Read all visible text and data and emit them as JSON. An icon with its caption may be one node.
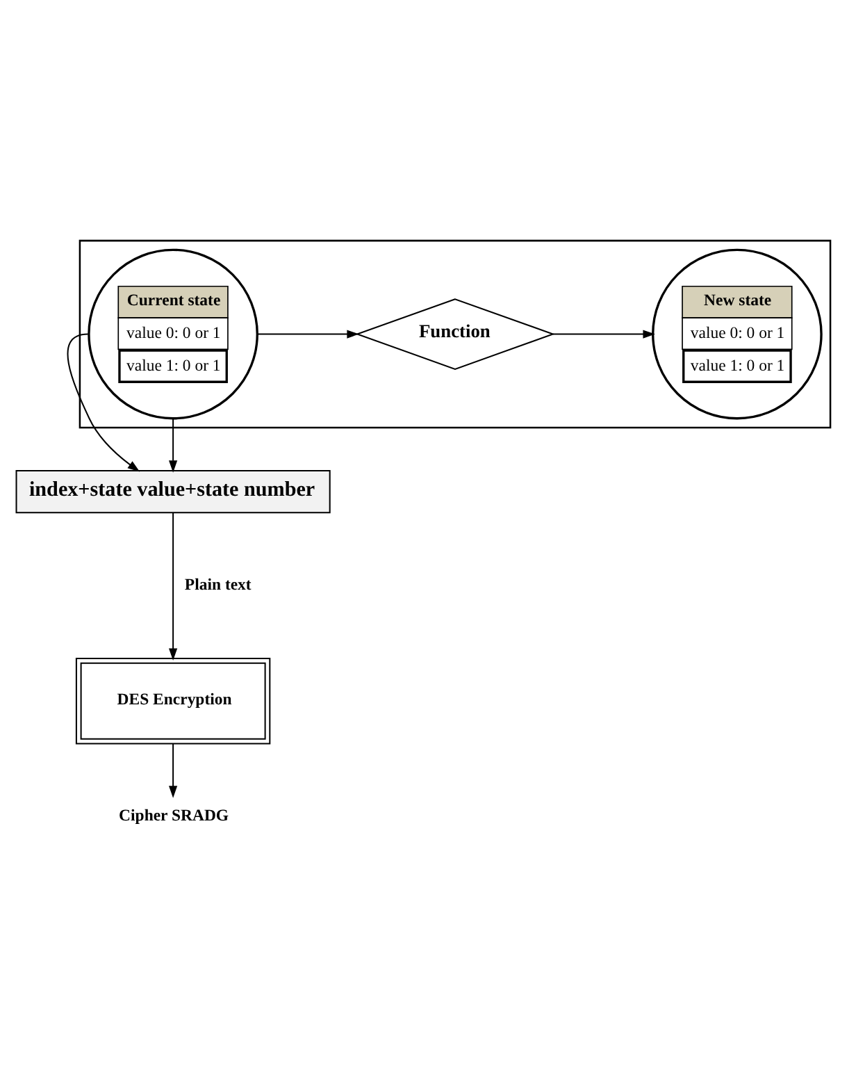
{
  "diagram": {
    "nodes": [
      {
        "text": [],
        "shape": "box"
      },
      {
        "text": [],
        "shape": "circle",
        "in": 0
      },
      {
        "text": [
          "Current state"
        ],
        "in": 1
      },
      {
        "text": [
          "value 0: 0 or 1"
        ],
        "in": 1
      },
      {
        "text": [
          "value 1: 0 or 1"
        ],
        "in": 1
      },
      {
        "text": [
          "Function"
        ],
        "in": 0
      },
      {
        "text": [],
        "shape": "circle",
        "in": 0
      },
      {
        "text": [
          "New state"
        ],
        "in": 6
      },
      {
        "text": [
          "value 0: 0 or 1"
        ],
        "in": 6
      },
      {
        "text": [
          "value 1: 0 or 1"
        ],
        "in": 6
      },
      {
        "text": [
          "index+state value+state number"
        ]
      },
      {
        "text": [
          "DES Encryption"
        ]
      },
      {
        "text": [
          "Cipher SRADG"
        ]
      }
    ],
    "edges": [
      {
        "from": 1,
        "to": 5,
        "arrow": "to"
      },
      {
        "from": 5,
        "to": 6,
        "arrow": "to"
      },
      {
        "from": 1,
        "to": 10,
        "arrow": "to"
      },
      {
        "from": 1,
        "to": 10,
        "arrow": "to"
      },
      {
        "from": 10,
        "to": 11,
        "label": "Plain text",
        "arrow": "to"
      },
      {
        "from": 11,
        "to": 12,
        "arrow": "to"
      }
    ]
  }
}
